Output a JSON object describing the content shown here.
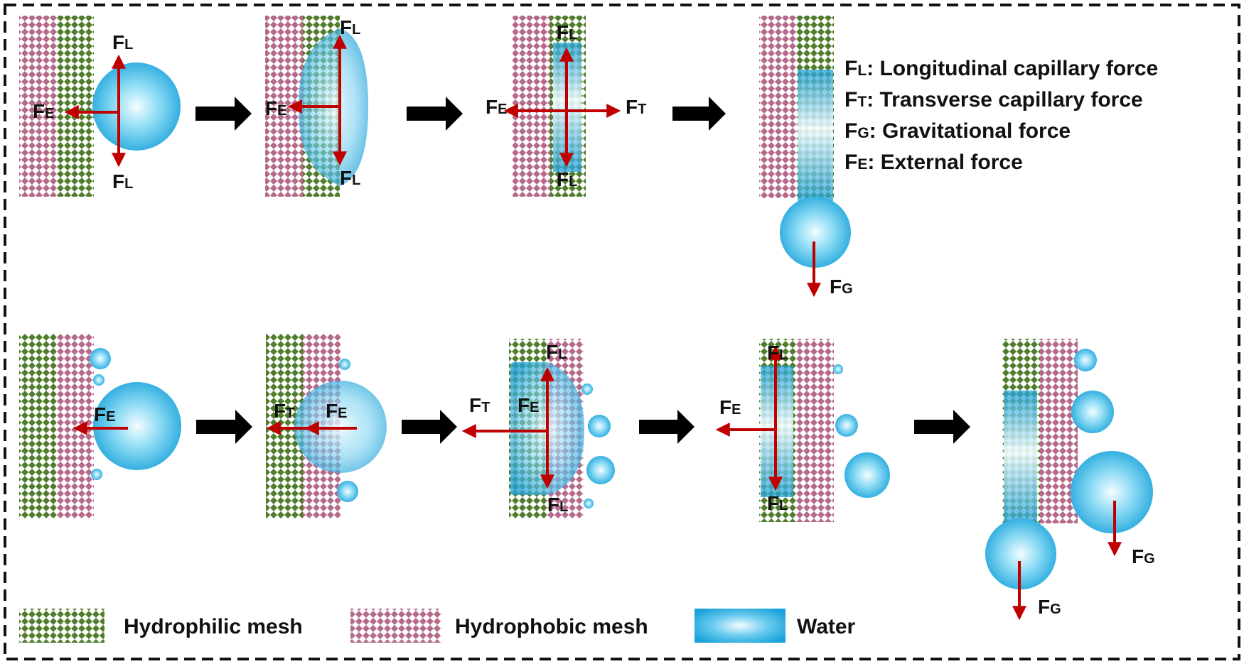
{
  "force_labels": {
    "longitudinal": {
      "main": "F",
      "sub": "L"
    },
    "transverse": {
      "main": "F",
      "sub": "T"
    },
    "gravitational": {
      "main": "F",
      "sub": "G"
    },
    "external": {
      "main": "F",
      "sub": "E"
    }
  },
  "force_legend": [
    {
      "main": "F",
      "sub": "L",
      "text": ": Longitudinal capillary force"
    },
    {
      "main": "F",
      "sub": "T",
      "text": ": Transverse capillary force"
    },
    {
      "main": "F",
      "sub": "G",
      "text": ": Gravitational force"
    },
    {
      "main": "F",
      "sub": "E",
      "text": ": External force"
    }
  ],
  "material_legend": {
    "hydrophilic": "Hydrophilic mesh",
    "hydrophobic": "Hydrophobic mesh",
    "water": "Water"
  },
  "colors": {
    "hydrophilic": "#4f7d2c",
    "hydrophobic": "#b56a8a",
    "arrow": "#c00000",
    "process_arrow": "#000000",
    "water_light": "#e9fbff",
    "water_mid": "#7ed3f2",
    "water_dark": "#1aa3da"
  }
}
